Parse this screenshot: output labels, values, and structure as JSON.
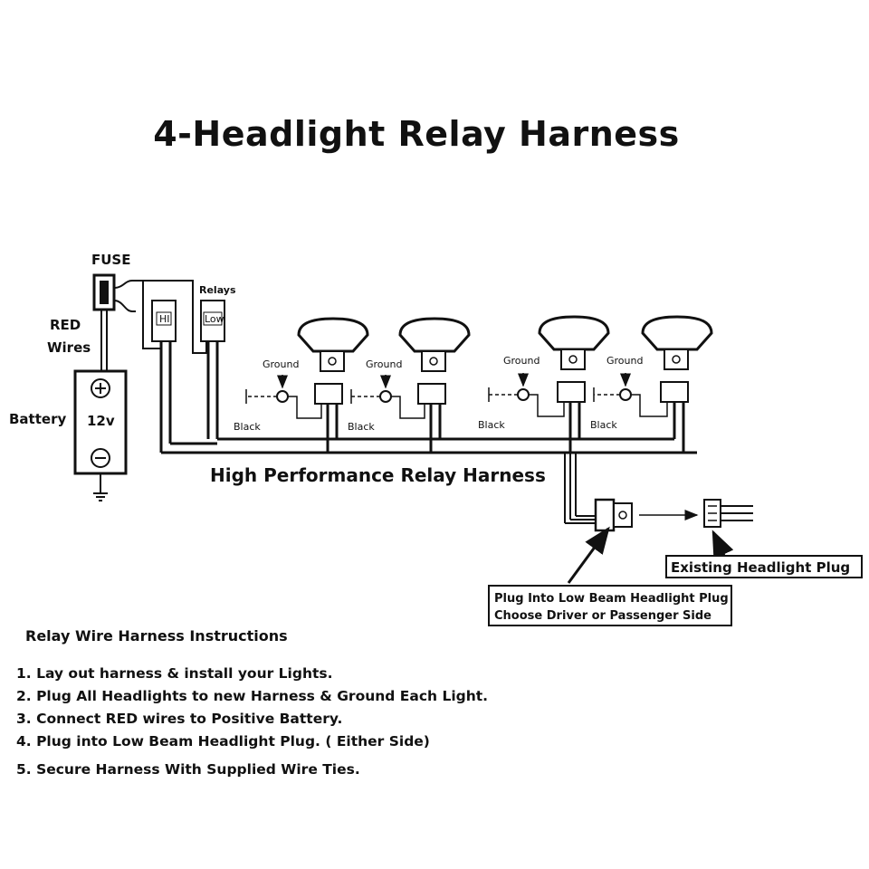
{
  "title": "4-Headlight Relay Harness",
  "labels": {
    "fuse": "FUSE",
    "relays": "Relays",
    "relay_hi": "HI",
    "relay_low": "Low",
    "red_wires_line1": "RED",
    "red_wires_line2": "Wires",
    "battery": "Battery",
    "battery_voltage": "12v",
    "battery_positive": "+",
    "battery_negative": "−",
    "ground": "Ground",
    "black": "Black",
    "harness": "High Performance Relay Harness",
    "plug_box_line1": "Plug Into Low Beam Headlight Plug",
    "plug_box_line2": "Choose Driver or Passenger Side",
    "existing_plug": "Existing Headlight Plug"
  },
  "instructions": {
    "title": "Relay Wire Harness Instructions",
    "steps": [
      "1. Lay out harness & install your Lights.",
      "2. Plug All Headlights to new Harness & Ground Each Light.",
      "3. Connect RED wires to Positive Battery.",
      "4. Plug into Low Beam Headlight Plug. ( Either Side)",
      "5. Secure Harness With Supplied Wire Ties."
    ]
  }
}
